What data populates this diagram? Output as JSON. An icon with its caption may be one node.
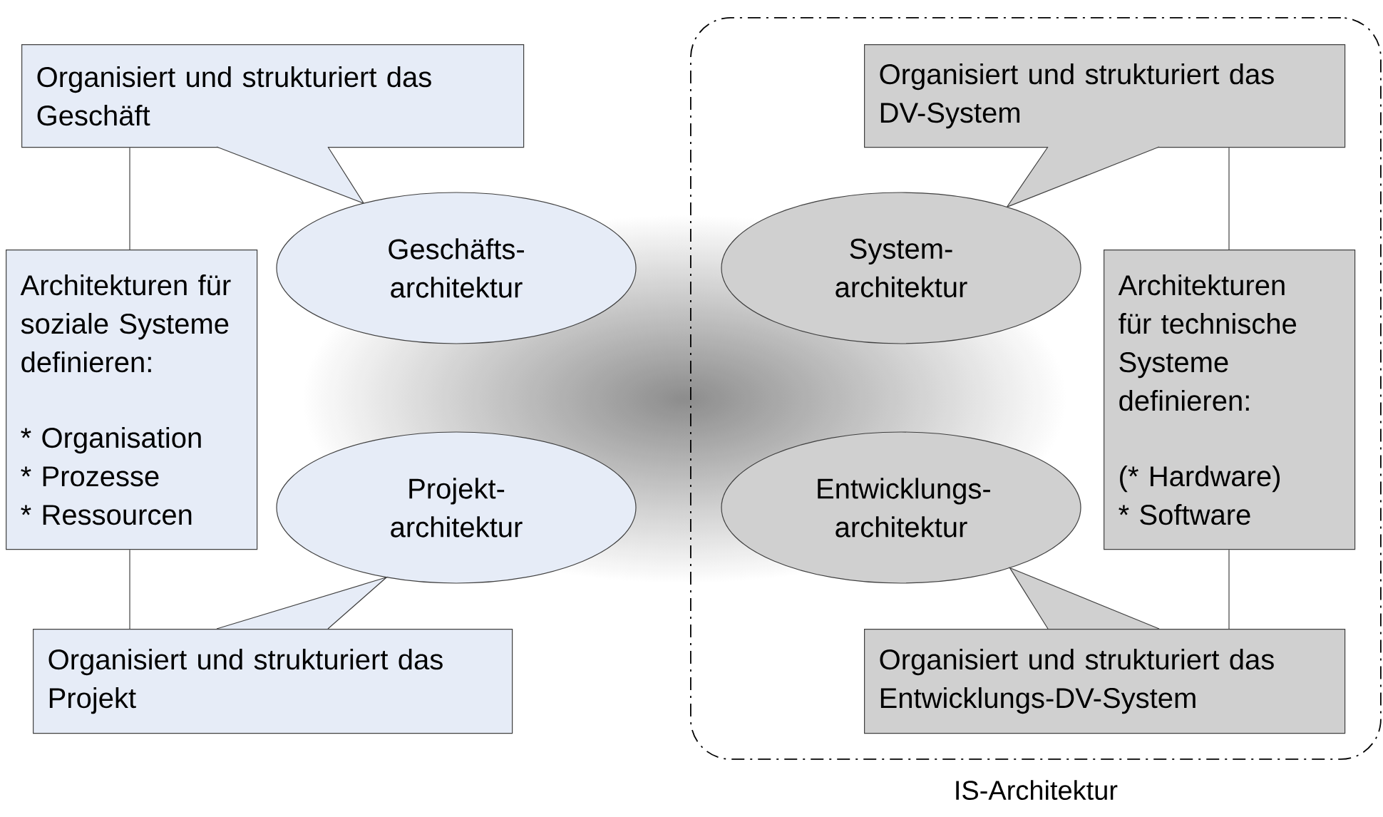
{
  "diagram": {
    "nodes": [
      {
        "text": [
          "Organisiert und strukturiert das Geschäft"
        ]
      },
      {
        "text": [
          "Geschäfts- architektur"
        ]
      },
      {
        "text": [
          "Architekturen für soziale Systeme definieren:",
          "* Organisation",
          "* Prozesse",
          "* Ressourcen"
        ]
      },
      {
        "text": [
          "Projekt- architektur"
        ]
      },
      {
        "text": [
          "Organisiert und strukturiert das Projekt"
        ]
      },
      {
        "text": [
          "IS-Architektur"
        ]
      },
      {
        "text": [
          "Organisiert und strukturiert das DV-System"
        ],
        "in": 5
      },
      {
        "text": [
          "System- architektur"
        ],
        "in": 5
      },
      {
        "text": [
          "Architekturen für technische Systeme definieren:",
          "(* Hardware)",
          "* Software"
        ],
        "in": 5
      },
      {
        "text": [
          "Entwicklungs- architektur"
        ],
        "in": 5
      },
      {
        "text": [
          "Organisiert und strukturiert das Entwicklungs-DV-System"
        ],
        "in": 5
      }
    ],
    "edges": [
      {
        "from": 0,
        "to": 2,
        "arrow": "none"
      },
      {
        "from": 2,
        "to": 4,
        "arrow": "none"
      },
      {
        "from": 6,
        "to": 8,
        "arrow": "none"
      },
      {
        "from": 8,
        "to": 10,
        "arrow": "none"
      }
    ]
  }
}
